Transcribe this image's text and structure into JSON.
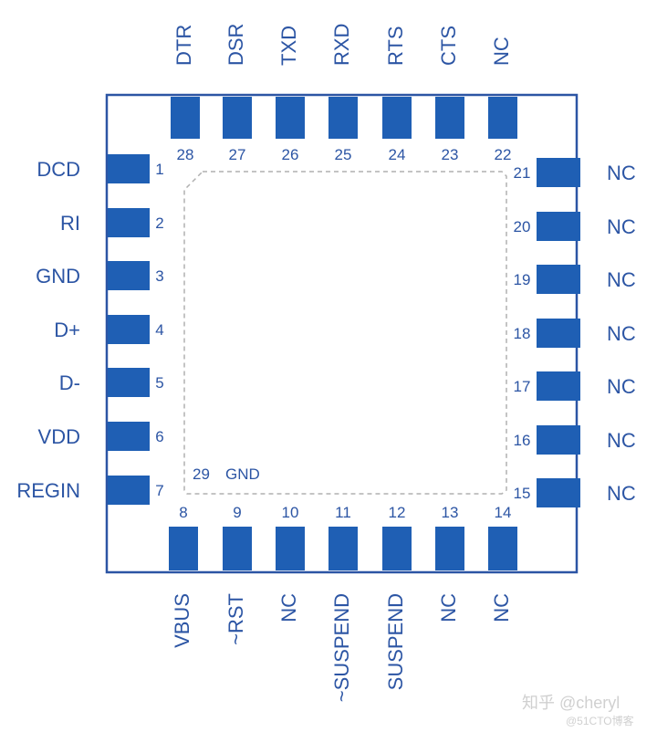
{
  "top_pins": [
    {
      "num": "28",
      "label": "DTR"
    },
    {
      "num": "27",
      "label": "DSR"
    },
    {
      "num": "26",
      "label": "TXD"
    },
    {
      "num": "25",
      "label": "RXD"
    },
    {
      "num": "24",
      "label": "RTS"
    },
    {
      "num": "23",
      "label": "CTS"
    },
    {
      "num": "22",
      "label": "NC"
    }
  ],
  "left_pins": [
    {
      "num": "1",
      "label": "DCD"
    },
    {
      "num": "2",
      "label": "RI"
    },
    {
      "num": "3",
      "label": "GND"
    },
    {
      "num": "4",
      "label": "D+"
    },
    {
      "num": "5",
      "label": "D-"
    },
    {
      "num": "6",
      "label": "VDD"
    },
    {
      "num": "7",
      "label": "REGIN"
    }
  ],
  "right_pins": [
    {
      "num": "21",
      "label": "NC"
    },
    {
      "num": "20",
      "label": "NC"
    },
    {
      "num": "19",
      "label": "NC"
    },
    {
      "num": "18",
      "label": "NC"
    },
    {
      "num": "17",
      "label": "NC"
    },
    {
      "num": "16",
      "label": "NC"
    },
    {
      "num": "15",
      "label": "NC"
    }
  ],
  "bottom_pins": [
    {
      "num": "8",
      "label": "VBUS"
    },
    {
      "num": "9",
      "label": "~RST"
    },
    {
      "num": "10",
      "label": "NC"
    },
    {
      "num": "11",
      "label": "~SUSPEND"
    },
    {
      "num": "12",
      "label": "SUSPEND"
    },
    {
      "num": "13",
      "label": "NC"
    },
    {
      "num": "14",
      "label": "NC"
    }
  ],
  "center_pad": {
    "num": "29",
    "label": "GND"
  },
  "watermark": {
    "main": "知乎 @cheryl",
    "sub": "@51CTO博客"
  },
  "colors": {
    "pin": "#1f5fb4",
    "text": "#2c55a4",
    "outline": "#2c55a4",
    "dash": "#b0b0b0"
  }
}
